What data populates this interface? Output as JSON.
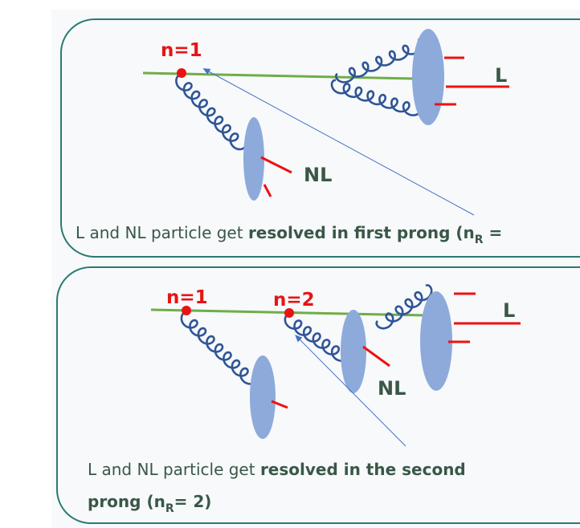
{
  "colors": {
    "border": "#2a7a72",
    "blob": "#8eaadb",
    "quark": "#ee1111",
    "jet_axis": "#70ad47",
    "gluon": "#2f5597",
    "text": "#3a5747"
  },
  "panel1": {
    "vertex_label": "n=1",
    "L_label": "L",
    "NL_label": "NL",
    "caption_normal": "L and NL particle get ",
    "caption_bold": "resolved in first prong (n",
    "caption_sub": "R",
    "caption_end": " ="
  },
  "panel2": {
    "vertex1_label": "n=1",
    "vertex2_label": "n=2",
    "L_label": "L",
    "NL_label": "NL",
    "caption_normal": "L and NL particle get ",
    "caption_bold": "resolved in the second",
    "caption2_bold": "prong (n",
    "caption_sub": "R",
    "caption_end": "= 2)"
  }
}
